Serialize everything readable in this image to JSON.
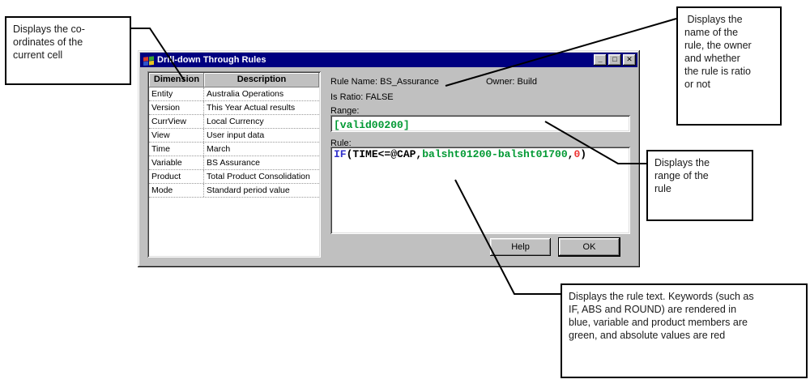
{
  "dialog": {
    "title": "Drill-down Through Rules",
    "window_buttons": {
      "minimize": "_",
      "maximize": "□",
      "close": "✕"
    },
    "table": {
      "headers": [
        "Dimension",
        "Description"
      ],
      "rows": [
        [
          "Entity",
          "Australia Operations"
        ],
        [
          "Version",
          "This Year Actual results"
        ],
        [
          "CurrView",
          "Local Currency"
        ],
        [
          "View",
          "User input data"
        ],
        [
          "Time",
          "March"
        ],
        [
          "Variable",
          "BS Assurance"
        ],
        [
          "Product",
          "Total Product Consolidation"
        ],
        [
          "Mode",
          "Standard period value"
        ]
      ]
    },
    "fields": {
      "rule_name_label": "Rule Name: BS_Assurance",
      "owner_label": "Owner: Build",
      "is_ratio_label": "Is Ratio: FALSE",
      "range_label": "Range:",
      "range_value": "[valid00200]",
      "rule_label": "Rule:",
      "rule_segments": [
        {
          "text": "IF",
          "color": "keyword"
        },
        {
          "text": "(TIME<=@CAP,",
          "color": "plain"
        },
        {
          "text": "balsht01200-balsht01700",
          "color": "member"
        },
        {
          "text": ",",
          "color": "plain"
        },
        {
          "text": "0",
          "color": "absolute"
        },
        {
          "text": ")",
          "color": "plain"
        }
      ]
    },
    "buttons": {
      "help": "Help",
      "ok": "OK"
    }
  },
  "colors": {
    "keyword": "#3333cc",
    "member": "#009933",
    "absolute": "#ee3333",
    "plain": "#000000",
    "titlebar": "#000080",
    "dialog_gray": "#c0c0c0"
  },
  "callouts": {
    "coordinates": "Displays the co-\nordinates of the\ncurrent cell",
    "rule_name": " Displays the\nname of the\nrule, the owner\nand whether\nthe rule is ratio\nor not",
    "range": "Displays the\nrange of the\nrule",
    "rule_text": "Displays the rule text. Keywords (such as\nIF, ABS and ROUND) are rendered in\nblue, variable and product members are\ngreen, and absolute values are red"
  }
}
